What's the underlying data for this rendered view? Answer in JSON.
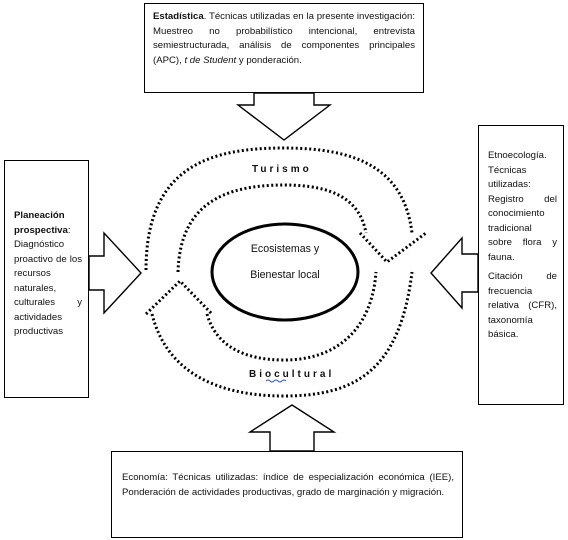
{
  "boxes": {
    "top": {
      "title": "Estadística",
      "text_a": ". Técnicas utilizadas en la presente investigación: Muestreo no probabilístico intencional, entrevista semiestructurada, análisis de componentes principales (APC), ",
      "italic": "t de Student",
      "text_b": " y ponderación."
    },
    "left": {
      "title": "Planeación prospectiva",
      "text": ": Diagnóstico proactivo de los recursos naturales, culturales y actividades productivas"
    },
    "right": {
      "p1": "Etnoecología. Técnicas utilizadas: Registro del conocimiento tradicional sobre flora y fauna.",
      "p2": "Citación de frecuencia relativa (CFR), taxonomía básica."
    },
    "bottom": {
      "text": "Economía: Técnicas utilizadas: índice de especialización económica (IEE), Ponderación de actividades productivas, grado de marginación y migración."
    }
  },
  "ring": {
    "top_label": "Turismo",
    "bottom_label": "Biocultural"
  },
  "center": {
    "line1": "Ecosistemas y",
    "line2": "Bienestar local"
  }
}
